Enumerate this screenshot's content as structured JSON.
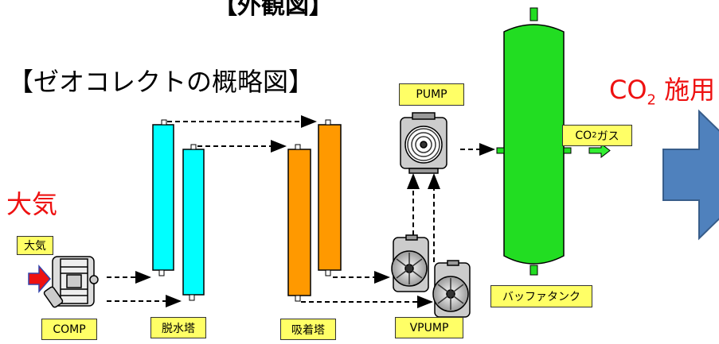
{
  "header_cut": "【外観図】",
  "title": "【ゼオコレクトの概略図】",
  "air_big": "大気",
  "co2_use": {
    "prefix": "CO",
    "sub": "2",
    "suffix": " 施用"
  },
  "co2_gas": {
    "prefix": "CO",
    "sub": "2",
    "suffix": "ガス"
  },
  "labels": {
    "air": "大気",
    "comp": "COMP",
    "dehydration": "脱水塔",
    "adsorption": "吸着塔",
    "vpump": "VPUMP",
    "pump": "PUMP",
    "buffer": "バッファタンク"
  },
  "colors": {
    "accent_red": "#ee1111",
    "label_bg": "#ffff66",
    "dehydration_tower": "#00ffff",
    "adsorption_tower": "#ff9900",
    "buffer_tank": "#22dd22",
    "co2_arrow": "#4f81bd",
    "outlet_arrow": "#33ee33"
  }
}
